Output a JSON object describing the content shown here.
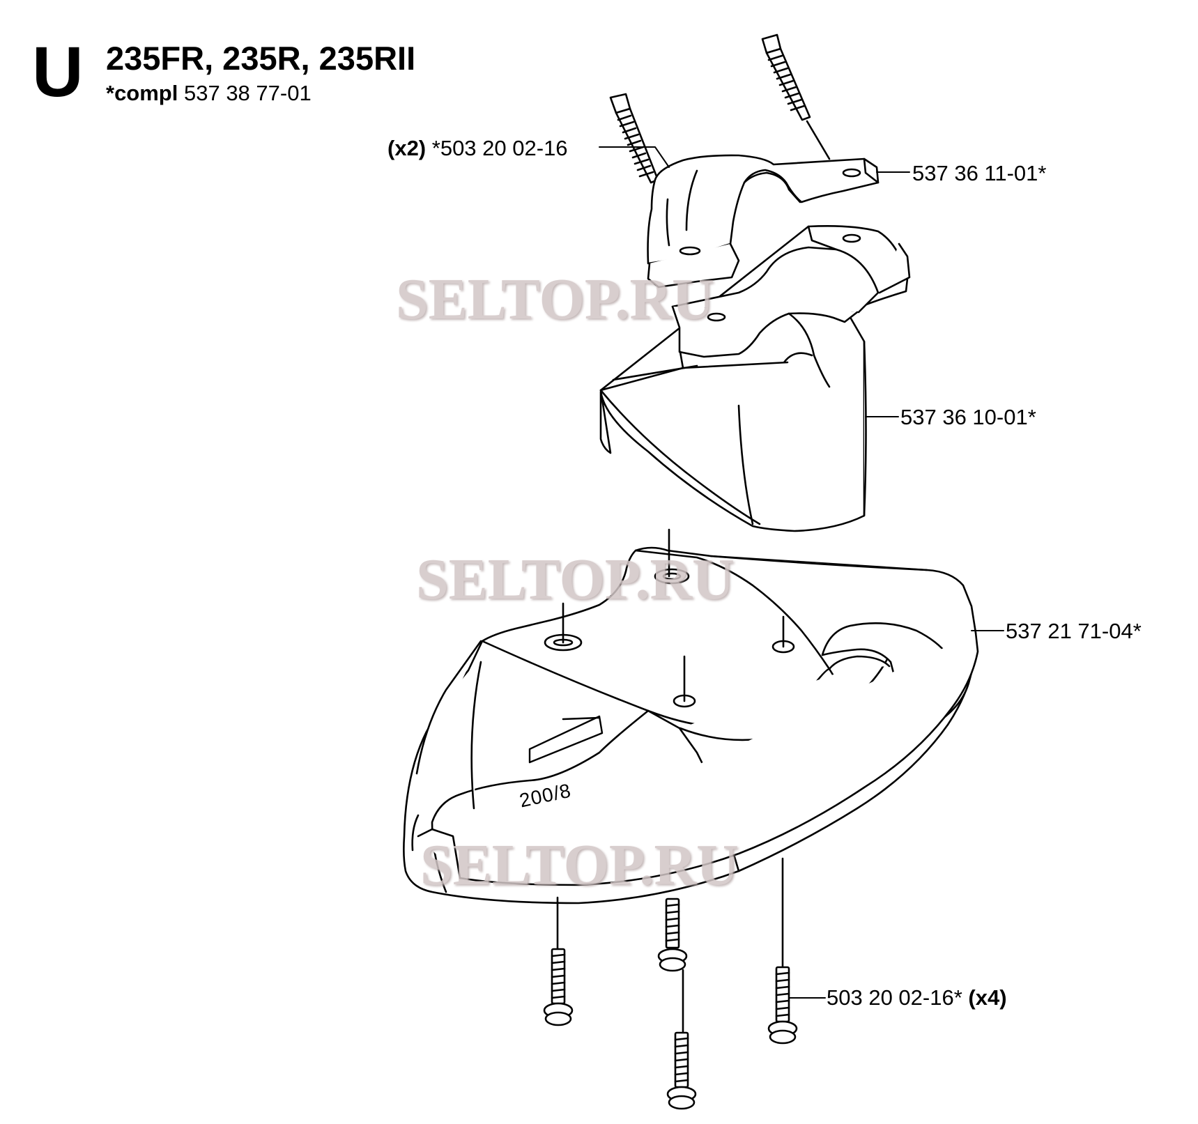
{
  "header": {
    "section_letter": "U",
    "models": "235FR, 235R, 235RII",
    "compl_label": "*compl",
    "compl_number": "537 38 77-01"
  },
  "callouts": {
    "top_bolt": {
      "qty": "(x2)",
      "part": "*503 20 02-16"
    },
    "upper_clamp": {
      "part": "537 36 11-01*"
    },
    "lower_clamp": {
      "part": "537 36 10-01*"
    },
    "guard": {
      "part": "537 21 71-04*"
    },
    "bottom_bolt": {
      "part": "503 20 02-16*",
      "qty": "(x4)"
    }
  },
  "guard_marking": "200/8",
  "watermark": "SELTOP.RU",
  "colors": {
    "line": "#000000",
    "background": "#ffffff",
    "watermark": "#d2c6c6"
  }
}
